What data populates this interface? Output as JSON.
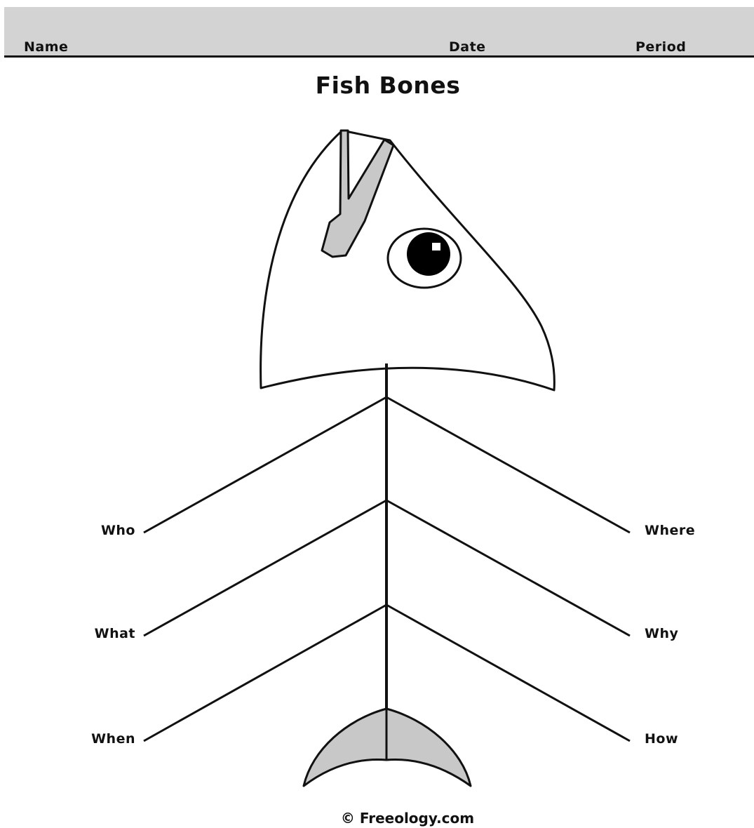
{
  "header": {
    "name_label": "Name",
    "date_label": "Date",
    "period_label": "Period"
  },
  "title": "Fish Bones",
  "bones": {
    "left": [
      "Who",
      "What",
      "When"
    ],
    "right": [
      "Where",
      "Why",
      "How"
    ]
  },
  "footer": "© Freeology.com",
  "colors": {
    "header_fill": "#d3d3d3",
    "bone_fill": "#c8c8c8",
    "line": "#111111"
  }
}
